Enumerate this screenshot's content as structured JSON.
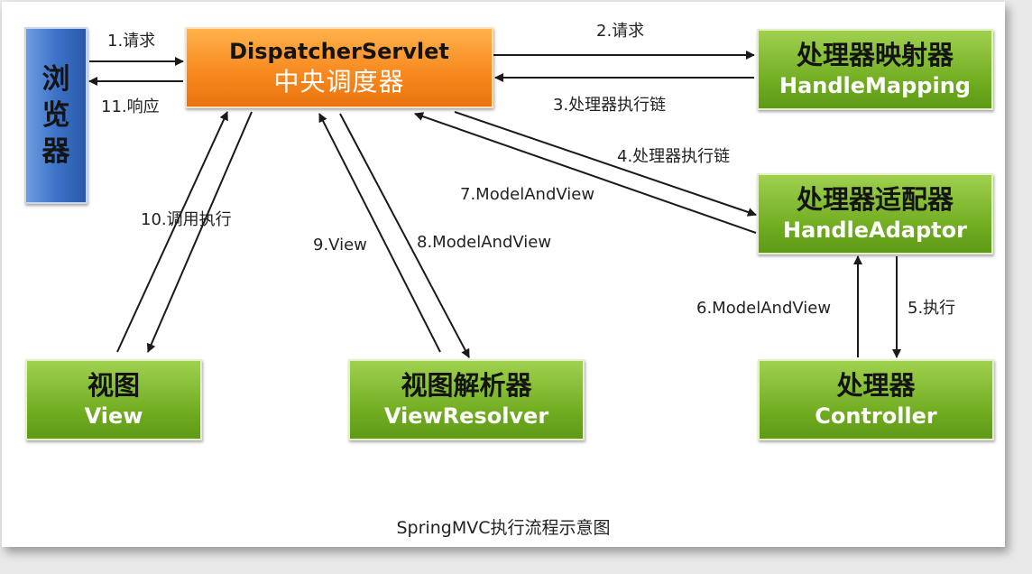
{
  "nodes": {
    "browser": {
      "label": "浏览器"
    },
    "dispatcher": {
      "title_en": "DispatcherServlet",
      "title_zh": "中央调度器"
    },
    "handle_mapping": {
      "title_zh": "处理器映射器",
      "title_en": "HandleMapping"
    },
    "handle_adaptor": {
      "title_zh": "处理器适配器",
      "title_en": "HandleAdaptor"
    },
    "view": {
      "title_zh": "视图",
      "title_en": "View"
    },
    "view_resolver": {
      "title_zh": "视图解析器",
      "title_en": "ViewResolver"
    },
    "controller": {
      "title_zh": "处理器",
      "title_en": "Controller"
    }
  },
  "edges": {
    "e1": "1.请求",
    "e2": "2.请求",
    "e3": "3.处理器执行链",
    "e4": "4.处理器执行链",
    "e5": "5.执行",
    "e6": "6.ModelAndView",
    "e7": "7.ModelAndView",
    "e8": "8.ModelAndView",
    "e9": "9.View",
    "e10": "10.调用执行",
    "e11": "11.响应"
  },
  "caption": "SpringMVC执行流程示意图",
  "colors": {
    "node_green": "#7ab829",
    "dispatcher_orange": "#f7871d",
    "browser_blue": "#3d72c8"
  }
}
